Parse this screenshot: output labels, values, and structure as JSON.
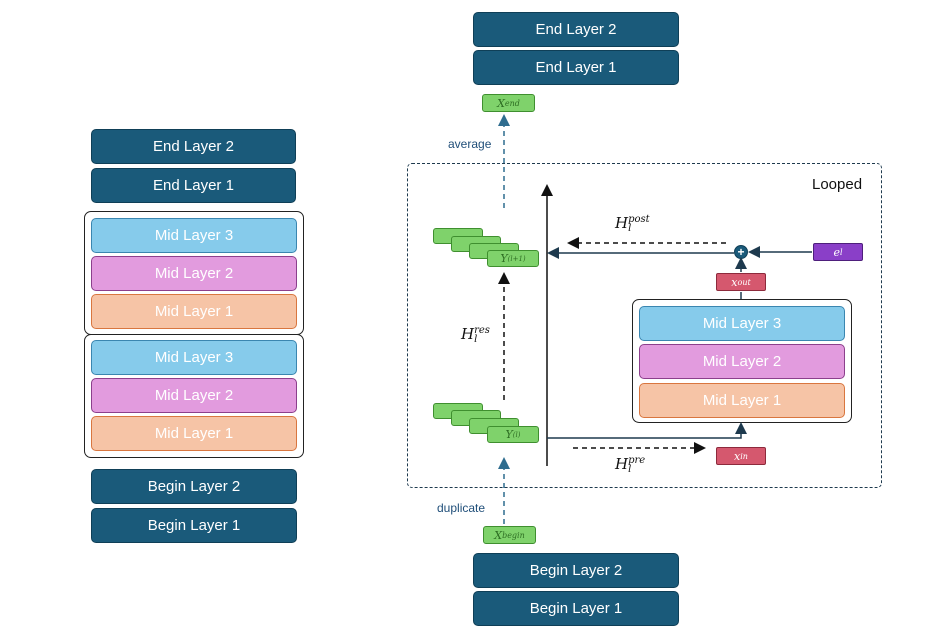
{
  "left_stack": {
    "end_layers": [
      "End Layer 2",
      "End Layer 1"
    ],
    "mid_groups": [
      [
        "Mid Layer 3",
        "Mid Layer 2",
        "Mid Layer 1"
      ],
      [
        "Mid Layer 3",
        "Mid Layer 2",
        "Mid Layer 1"
      ]
    ],
    "begin_layers": [
      "Begin Layer 2",
      "Begin Layer 1"
    ]
  },
  "right_diagram": {
    "end_layers": [
      "End Layer 2",
      "End Layer 1"
    ],
    "x_end": "X",
    "x_end_sub": "end",
    "average_label": "average",
    "looped_label": "Looped",
    "stream_top_label": "Y",
    "stream_top_sup": "(l+1)",
    "stream_bottom_label": "Y",
    "stream_bottom_sup": "(l)",
    "h_post": "H",
    "h_post_sub": "l",
    "h_post_sup": "post",
    "h_res": "H",
    "h_res_sub": "l",
    "h_res_sup": "res",
    "h_pre": "H",
    "h_pre_sub": "l",
    "h_pre_sup": "pre",
    "plus": "+",
    "e_l": "e",
    "e_l_sub": "l",
    "x_out": "x",
    "x_out_sub": "out",
    "x_in": "x",
    "x_in_sub": "in",
    "mid_layers": [
      "Mid Layer 3",
      "Mid Layer 2",
      "Mid Layer 1"
    ],
    "duplicate_label": "duplicate",
    "x_begin": "X",
    "x_begin_sub": "begin",
    "begin_layers": [
      "Begin Layer 2",
      "Begin Layer 1"
    ]
  },
  "colors": {
    "dark_layer": "#1a5a7a",
    "mid_layer_3": "#86cbeb",
    "mid_layer_2": "#e29bde",
    "mid_layer_1": "#f6c4a6",
    "stream_green": "#7fd26b",
    "x_red": "#d5586e",
    "e_purple": "#8a3fc8"
  }
}
